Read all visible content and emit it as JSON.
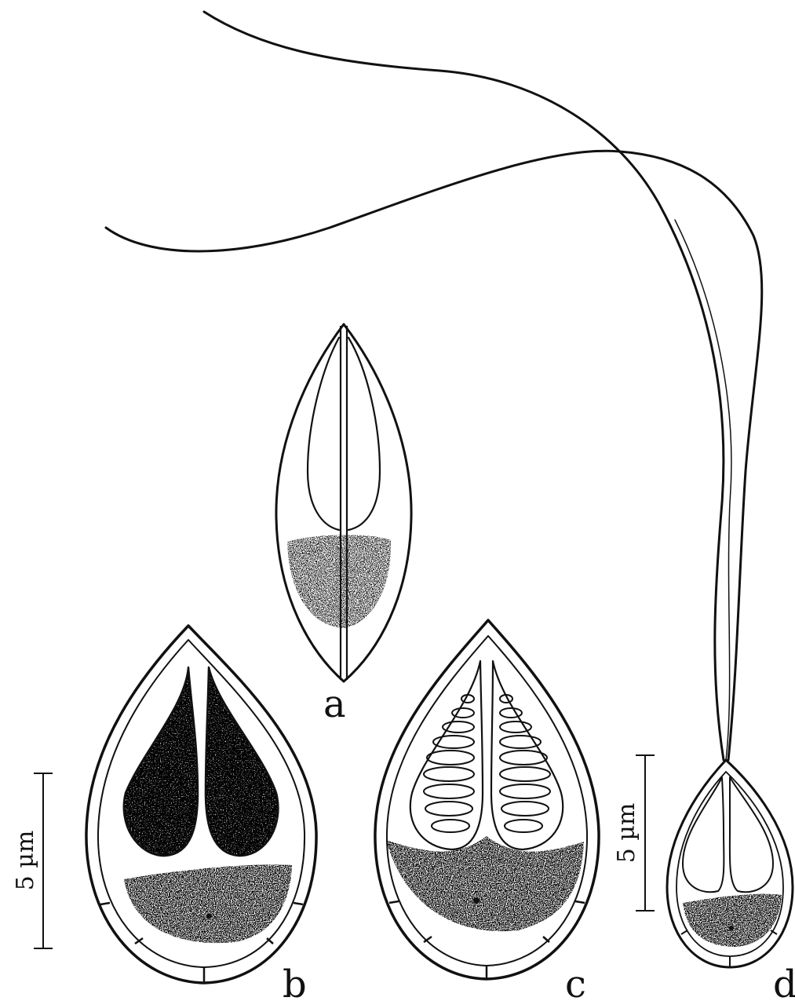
{
  "figure": {
    "panels": [
      {
        "id": "a",
        "label": "a"
      },
      {
        "id": "b",
        "label": "b"
      },
      {
        "id": "c",
        "label": "c"
      },
      {
        "id": "d",
        "label": "d"
      }
    ],
    "scale_bars": [
      {
        "panel": "b-c",
        "text": "5 µm"
      },
      {
        "panel": "d",
        "text": "5 µm"
      }
    ],
    "colors": {
      "ink": "#111111",
      "background": "#ffffff"
    }
  }
}
